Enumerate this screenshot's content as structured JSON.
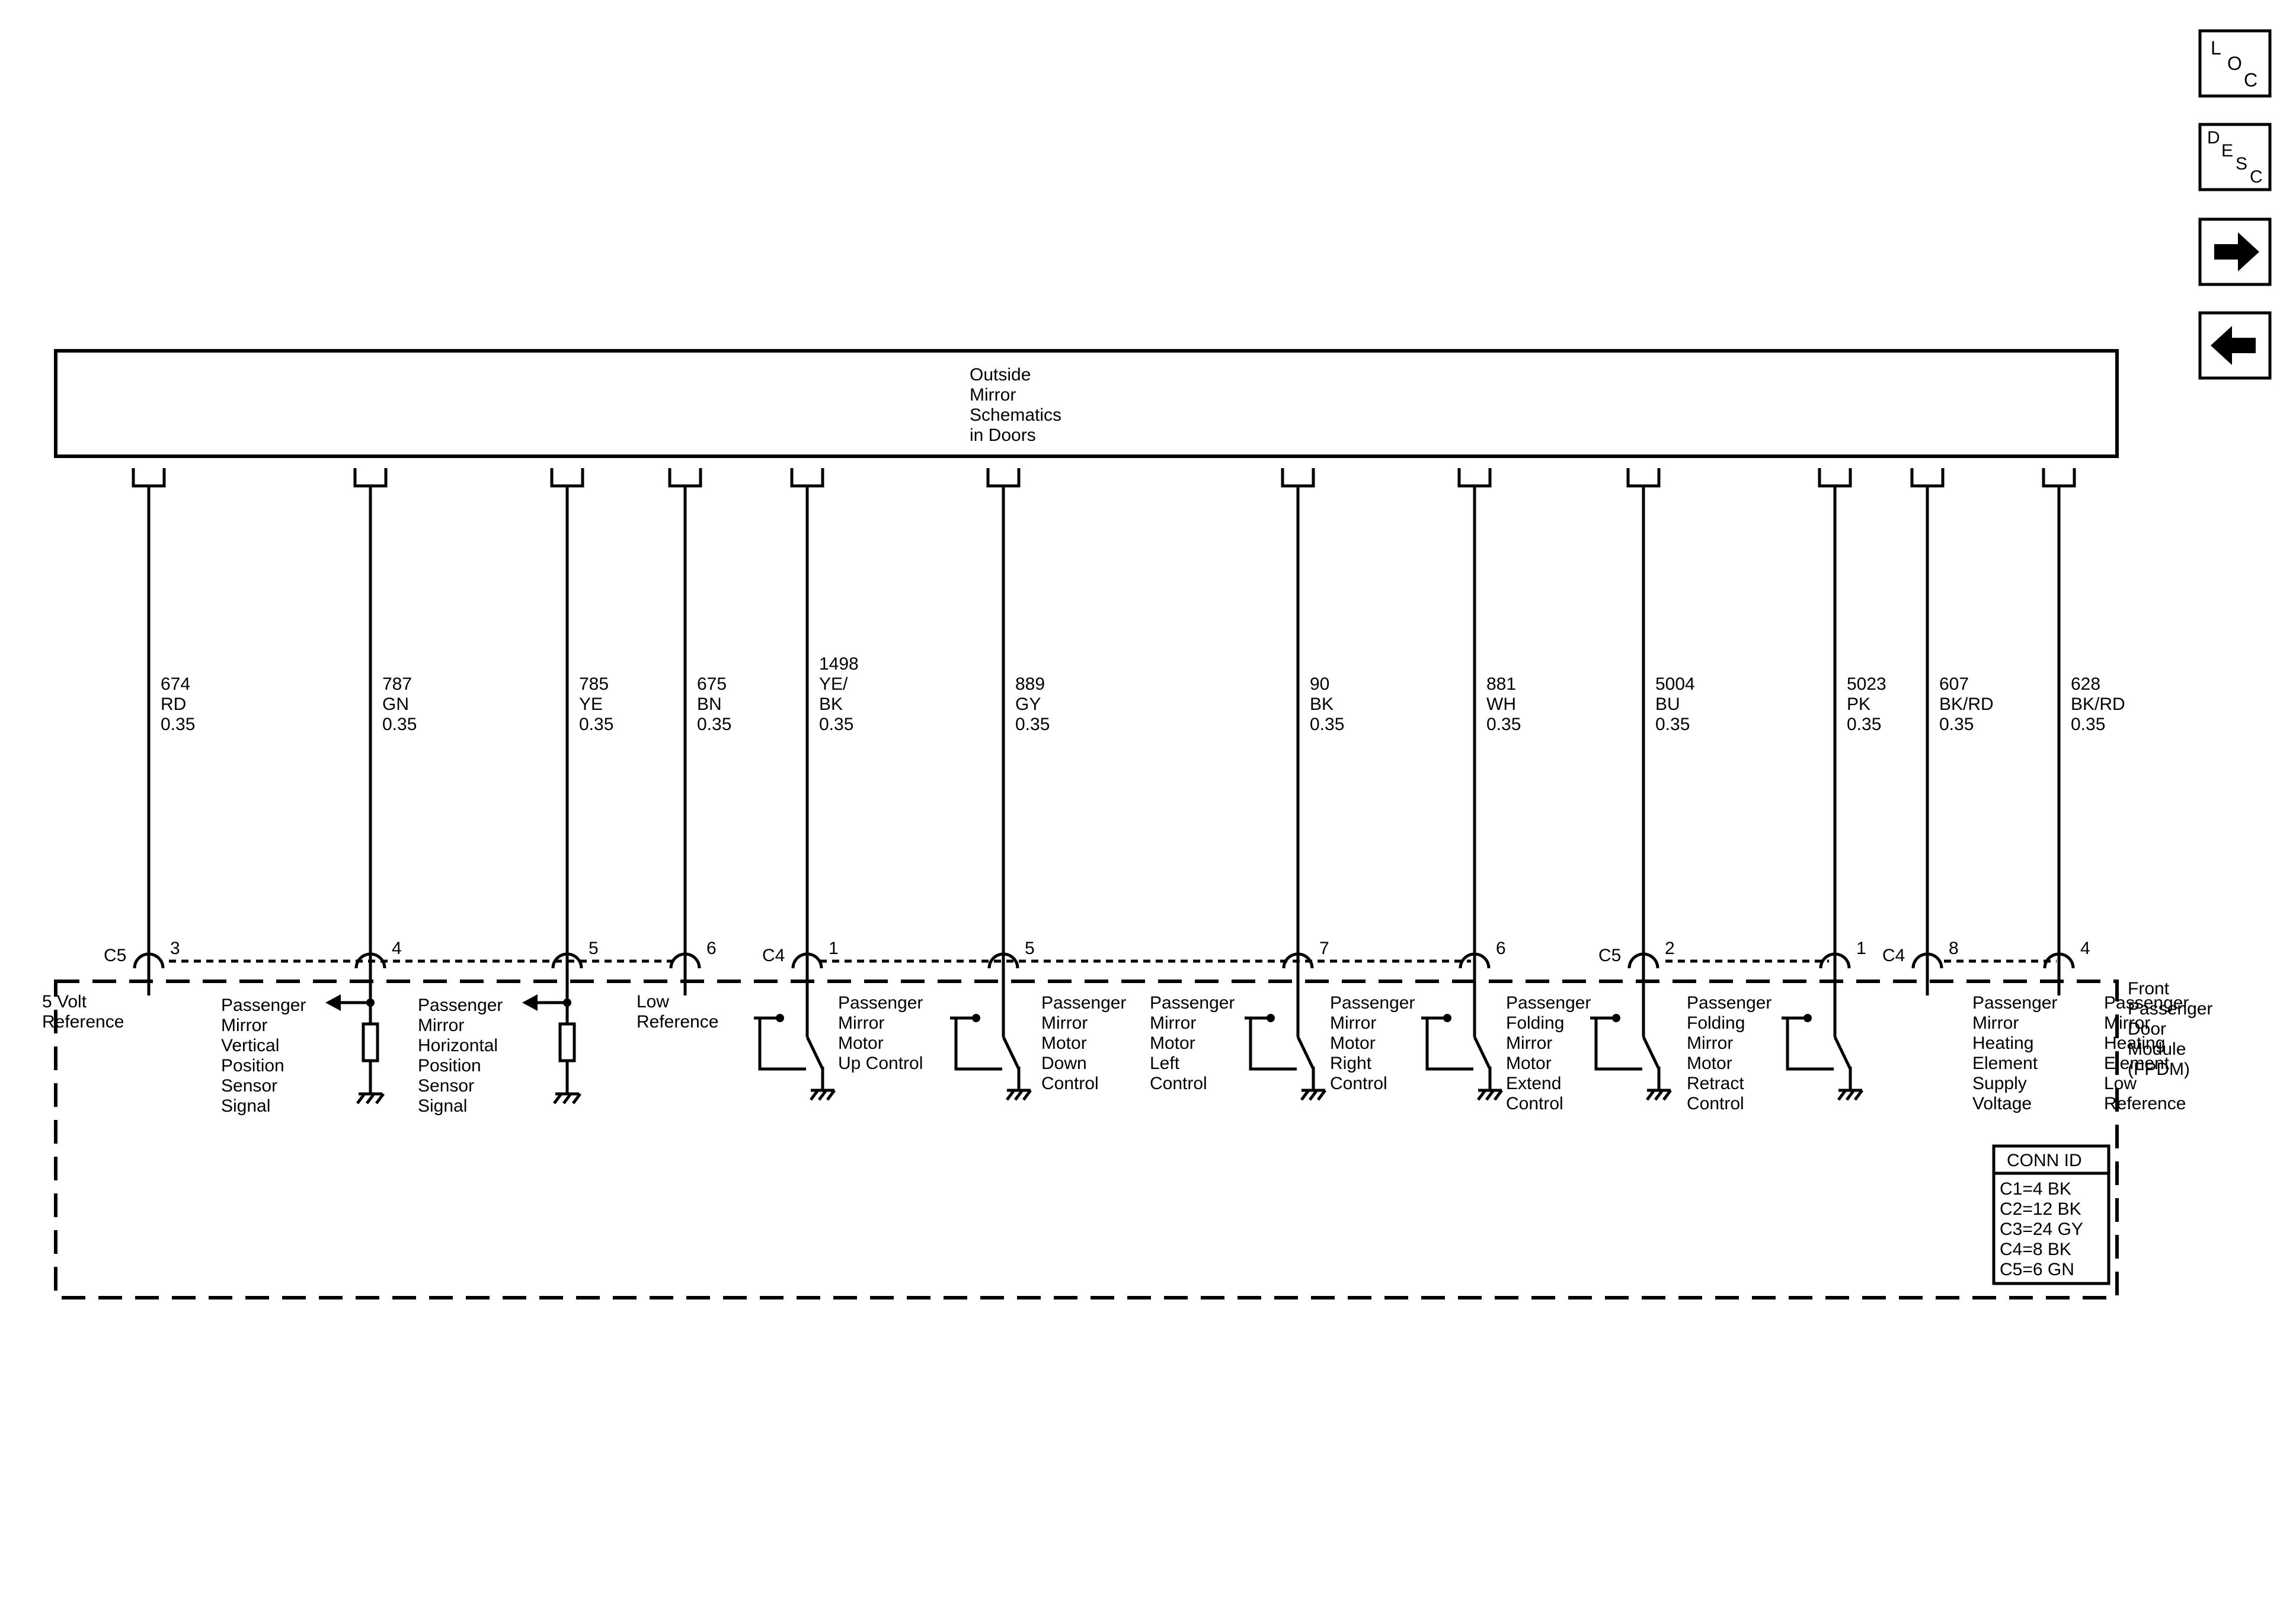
{
  "nav": {
    "loc": [
      "L",
      "O",
      "C"
    ],
    "desc": [
      "D",
      "E",
      "S",
      "C"
    ],
    "forward": "forward-arrow-icon",
    "back": "back-arrow-icon"
  },
  "top_box": {
    "label": [
      "Outside",
      "Mirror",
      "Schematics",
      "in Doors"
    ]
  },
  "module": {
    "label": [
      "Front",
      "Passenger",
      "Door",
      "Module",
      "(FPDM)"
    ]
  },
  "conn_id": {
    "title": "CONN ID",
    "rows": [
      "C1=4 BK",
      "C2=12 BK",
      "C3=24 GY",
      "C4=8 BK",
      "C5=6 GN"
    ]
  },
  "wires": [
    {
      "circuit": [
        "674",
        "RD",
        "0.35"
      ],
      "conn": "C5",
      "pin": "3",
      "func": [
        "5 Volt",
        "Reference"
      ],
      "type": "ref"
    },
    {
      "circuit": [
        "787",
        "GN",
        "0.35"
      ],
      "conn": "",
      "pin": "4",
      "func": [
        "Passenger",
        "Mirror",
        "Vertical",
        "Position",
        "Sensor",
        "Signal"
      ],
      "type": "sensor"
    },
    {
      "circuit": [
        "785",
        "YE",
        "0.35"
      ],
      "conn": "",
      "pin": "5",
      "func": [
        "Passenger",
        "Mirror",
        "Horizontal",
        "Position",
        "Sensor",
        "Signal"
      ],
      "type": "sensor"
    },
    {
      "circuit": [
        "675",
        "BN",
        "0.35"
      ],
      "conn": "",
      "pin": "6",
      "func": [
        "Low",
        "Reference"
      ],
      "type": "ref"
    },
    {
      "circuit": [
        "1498",
        "YE/",
        "BK",
        "0.35"
      ],
      "conn": "C4",
      "pin": "1",
      "func": [
        "Passenger",
        "Mirror",
        "Motor",
        "Up Control"
      ],
      "type": "switch"
    },
    {
      "circuit": [
        "889",
        "GY",
        "0.35"
      ],
      "conn": "",
      "pin": "5",
      "func": [
        "Passenger",
        "Mirror",
        "Motor",
        "Down",
        "Control"
      ],
      "type": "switch"
    },
    {
      "circuit": [
        "90",
        "BK",
        "0.35"
      ],
      "conn": "",
      "pin": "7",
      "func": [
        "Passenger",
        "Mirror",
        "Motor",
        "Left",
        "Control"
      ],
      "type": "switch"
    },
    {
      "circuit": [
        "881",
        "WH",
        "0.35"
      ],
      "conn": "",
      "pin": "6",
      "func": [
        "Passenger",
        "Mirror",
        "Motor",
        "Right",
        "Control"
      ],
      "type": "switch"
    },
    {
      "circuit": [
        "5004",
        "BU",
        "0.35"
      ],
      "conn": "C5",
      "pin": "2",
      "func": [
        "Passenger",
        "Folding",
        "Mirror",
        "Motor",
        "Extend",
        "Control"
      ],
      "type": "switch"
    },
    {
      "circuit": [
        "5023",
        "PK",
        "0.35"
      ],
      "conn": "",
      "pin": "1",
      "func": [
        "Passenger",
        "Folding",
        "Mirror",
        "Motor",
        "Retract",
        "Control"
      ],
      "type": "switch"
    },
    {
      "circuit": [
        "607",
        "BK/RD",
        "0.35"
      ],
      "conn": "C4",
      "pin": "8",
      "func": [
        "Passenger",
        "Mirror",
        "Heating",
        "Element",
        "Supply",
        "Voltage"
      ],
      "type": "plain"
    },
    {
      "circuit": [
        "628",
        "BK/RD",
        "0.35"
      ],
      "conn": "",
      "pin": "4",
      "func": [
        "Passenger",
        "Mirror",
        "Heating",
        "Element",
        "Low",
        "Reference"
      ],
      "type": "plain"
    }
  ]
}
